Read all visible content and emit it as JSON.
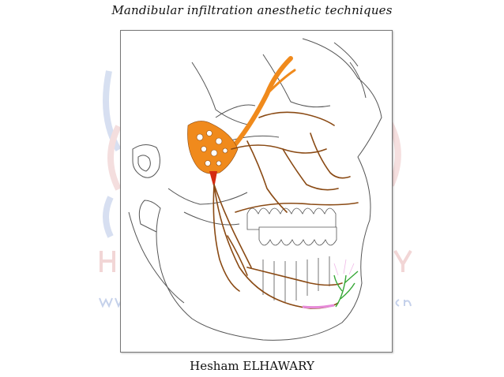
{
  "slide": {
    "title": "Mandibular infiltration anesthetic techniques",
    "author": "Hesham ELHAWARY"
  },
  "figure": {
    "subject": "mandible-nerve-illustration",
    "colors": {
      "trigeminal_branch": "#f08a1c",
      "nerve_brown": "#8a4a14",
      "bone_outline": "#555555",
      "mental_nerve_green": "#38a838",
      "incisive_pink": "#e68ad8",
      "ganglion_red": "#d42a10"
    }
  },
  "watermark": {
    "colors": {
      "blue": "#b7c6e6",
      "pink": "#ecc4c4"
    }
  }
}
